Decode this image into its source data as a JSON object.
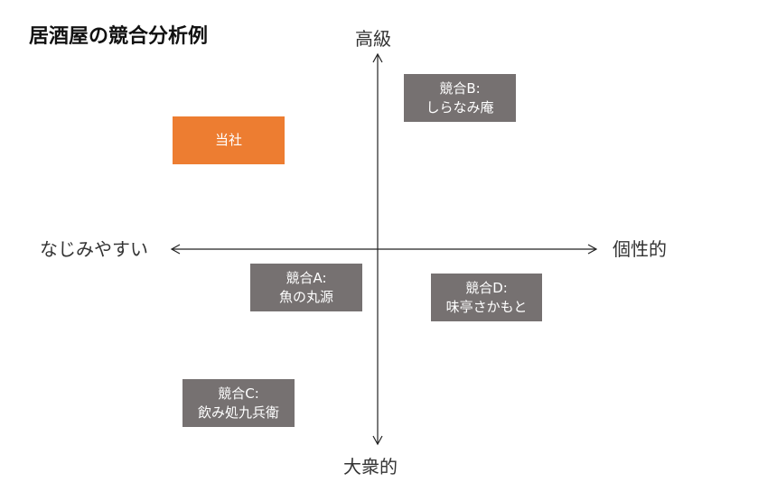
{
  "title": "居酒屋の競合分析例",
  "axes": {
    "top": "高級",
    "bottom": "大衆的",
    "left": "なじみやすい",
    "right": "個性的"
  },
  "entities": {
    "own": {
      "lines": [
        "当社"
      ],
      "color": "#ed7d31"
    },
    "competitor_b": {
      "lines": [
        "競合B:",
        "しらなみ庵"
      ],
      "color": "#767171"
    },
    "competitor_a": {
      "lines": [
        "競合A:",
        "魚の丸源"
      ],
      "color": "#767171"
    },
    "competitor_d": {
      "lines": [
        "競合D:",
        "味亭さかもと"
      ],
      "color": "#767171"
    },
    "competitor_c": {
      "lines": [
        "競合C:",
        "飲み処九兵衛"
      ],
      "color": "#767171"
    }
  }
}
